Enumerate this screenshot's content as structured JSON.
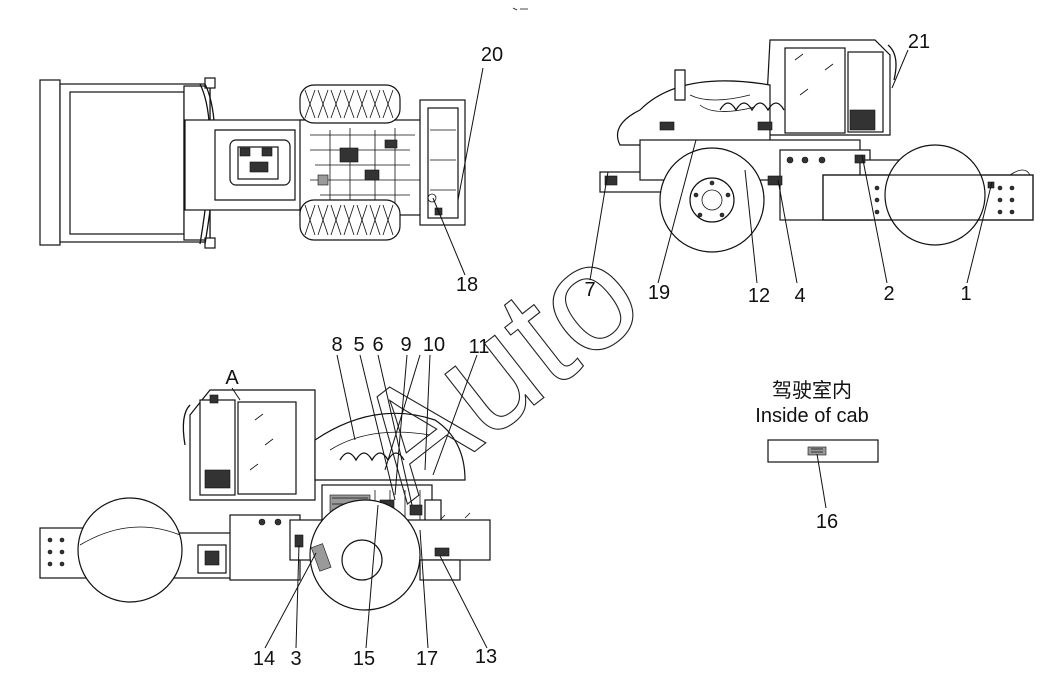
{
  "callouts": [
    "1",
    "2",
    "3",
    "4",
    "5",
    "6",
    "7",
    "8",
    "9",
    "10",
    "11",
    "12",
    "13",
    "14",
    "15",
    "16",
    "17",
    "18",
    "19",
    "20",
    "21",
    "A"
  ],
  "inside_cab": {
    "chinese": "驾驶室内",
    "english": "Inside of cab"
  }
}
